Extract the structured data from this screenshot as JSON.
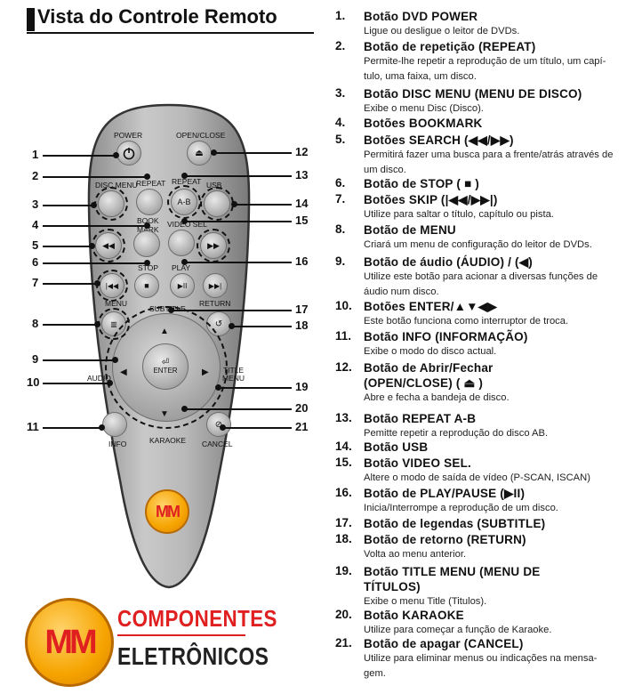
{
  "title": "Vista do Controle Remoto",
  "items": [
    {
      "n": "1.",
      "t": "Botão DVD POWER",
      "d": [
        "Ligue ou desligue o leitor de DVDs."
      ]
    },
    {
      "n": "2.",
      "t": "Botão de repetição (REPEAT)",
      "d": [
        "Permite-lhe repetir a reprodução de um título, um capí-",
        "tulo, uma faixa, um disco."
      ]
    },
    {
      "n": "3.",
      "t": "Botão DISC MENU (MENU DE DISCO)",
      "d": [
        "Exibe o menu Disc (Disco)."
      ]
    },
    {
      "n": "4.",
      "t": "Botões BOOKMARK",
      "d": []
    },
    {
      "n": "5.",
      "t": "Botões SEARCH (◀◀/▶▶)",
      "d": [
        "Permitirá fazer uma busca para a frente/atrás através de",
        "um disco."
      ]
    },
    {
      "n": "6.",
      "t": "Botão de STOP ( ■ )",
      "d": []
    },
    {
      "n": "7.",
      "t": "Botões SKIP (|◀◀/▶▶|)",
      "d": [
        "Utilize para saltar o título, capítulo ou pista."
      ]
    },
    {
      "n": "8.",
      "t": "Botão de MENU",
      "d": [
        "Criará um menu de configuração do leitor de DVDs."
      ]
    },
    {
      "n": "9.",
      "t": "Botão de áudio (ÁUDIO) / (◀)",
      "d": [
        "Utilize este botão para acionar a diversas funções de",
        "áudio num disco."
      ]
    },
    {
      "n": "10.",
      "t": "Botões ENTER/▲▼◀▶",
      "d": [
        "Este botão funciona como interruptor de troca."
      ]
    },
    {
      "n": "11.",
      "t": "Botão INFO (INFORMAÇÃO)",
      "d": [
        "Exibe o modo do disco actual."
      ]
    },
    {
      "n": "12.",
      "t": "Botão de Abrir/Fechar",
      "t2": "(OPEN/CLOSE) ( ⏏ )",
      "d": [
        "Abre e fecha a bandeja de disco."
      ]
    },
    {
      "n": "13.",
      "t": "Botão REPEAT A-B",
      "d": [
        "Pemitte repetir a reprodução do disco AB."
      ]
    },
    {
      "n": "14.",
      "t": "Botão USB",
      "d": []
    },
    {
      "n": "15.",
      "t": "Botão VIDEO SEL.",
      "d": [
        "Altere o modo de saída de vídeo (P-SCAN, ISCAN)"
      ]
    },
    {
      "n": "16.",
      "t": "Botão de PLAY/PAUSE (▶II)",
      "d": [
        "Inicia/Interrompe a reprodução de um disco."
      ]
    },
    {
      "n": "17.",
      "t": "Botão de legendas (SUBTITLE)",
      "d": []
    },
    {
      "n": "18.",
      "t": "Botão de retorno (RETURN)",
      "d": [
        "Volta ao menu anterior."
      ]
    },
    {
      "n": "19.",
      "t": "Botão TITLE MENU (MENU DE",
      "t2": "TÍTULOS)",
      "d": [
        "Exibe o menu Title (Titulos)."
      ]
    },
    {
      "n": "20.",
      "t": "Botão KARAOKE",
      "d": [
        "Utilize para começar a função de Karaoke."
      ]
    },
    {
      "n": "21.",
      "t": "Botão de apagar (CANCEL)",
      "d": [
        "Utilize para eliminar menus ou indicações na mensa-",
        "gem."
      ]
    }
  ],
  "remote": {
    "power": "POWER",
    "open_close": "OPEN/CLOSE",
    "disc_menu": "DISC MENU",
    "repeat": "REPEAT",
    "repeat_ab_top": "REPEAT",
    "ab": "A-B",
    "usb": "USB",
    "book": "BOOK",
    "mark": "MARK",
    "video_sel": "VIDEO SEL",
    "stop": "STOP",
    "play": "PLAY",
    "menu": "MENU",
    "subtitle": "SUBTITLE",
    "return": "RETURN",
    "audio": "AUDIO",
    "title": "TITLE",
    "menu2": "MENU",
    "enter": "ENTER",
    "info": "INFO",
    "karaoke": "KARAOKE",
    "cancel": "CANCEL",
    "logo": "MM"
  },
  "callouts": [
    "1",
    "2",
    "3",
    "4",
    "5",
    "6",
    "7",
    "8",
    "9",
    "10",
    "11",
    "12",
    "13",
    "14",
    "15",
    "16",
    "17",
    "18",
    "19",
    "20",
    "21"
  ],
  "brand": {
    "mm": "MM",
    "line1": "COMPONENTES",
    "line2": "ELETRÔNICOS"
  }
}
